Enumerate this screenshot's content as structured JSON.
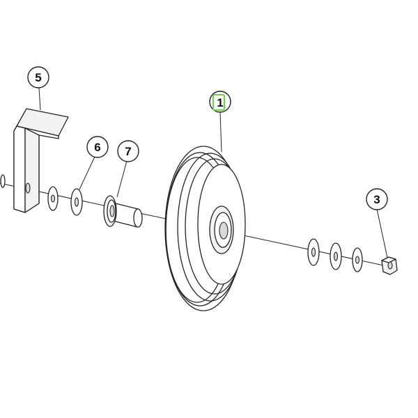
{
  "callouts": [
    {
      "id": "1",
      "label": "1"
    },
    {
      "id": "3",
      "label": "3"
    },
    {
      "id": "5",
      "label": "5"
    },
    {
      "id": "6",
      "label": "6"
    },
    {
      "id": "7",
      "label": "7"
    }
  ],
  "colors": {
    "line": "#222222",
    "highlight": "#6fcf4a",
    "background": "#ffffff"
  }
}
